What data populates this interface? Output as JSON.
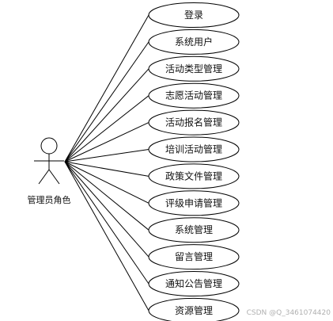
{
  "actor": {
    "label": "管理员角色"
  },
  "use_cases": [
    {
      "label": "登录"
    },
    {
      "label": "系统用户"
    },
    {
      "label": "活动类型管理"
    },
    {
      "label": "志愿活动管理"
    },
    {
      "label": "活动报名管理"
    },
    {
      "label": "培训活动管理"
    },
    {
      "label": "政策文件管理"
    },
    {
      "label": "评级申请管理"
    },
    {
      "label": "系统管理"
    },
    {
      "label": "留言管理"
    },
    {
      "label": "通知公告管理"
    },
    {
      "label": "资源管理"
    }
  ],
  "watermark": "CSDN @Q_3461074420",
  "colors": {
    "stroke": "#000000",
    "fill": "#ffffff"
  }
}
